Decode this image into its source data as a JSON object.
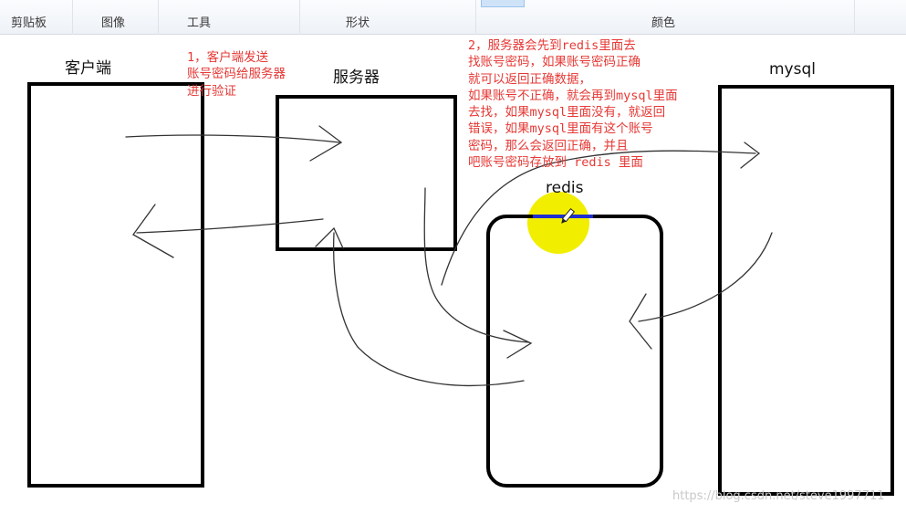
{
  "ribbon": {
    "groups": [
      {
        "label": "剪贴板"
      },
      {
        "label": "图像"
      },
      {
        "label": "工具"
      },
      {
        "label": "形状"
      },
      {
        "label": "颜色"
      }
    ]
  },
  "diagram": {
    "nodes": {
      "client": "客户端",
      "server": "服务器",
      "redis": "redis",
      "mysql": "mysql"
    },
    "notes": {
      "step1": [
        "1，客户端发送",
        "账号密码给服务器",
        "进行验证"
      ],
      "step2": [
        "2，服务器会先到redis里面去",
        "找账号密码，如果账号密码正确",
        "就可以返回正确数据，",
        "如果账号不正确，就会再到mysql里面",
        "去找，如果mysql里面没有，就返回",
        "错误，如果mysql里面有这个账号",
        "密码，那么会返回正确，并且",
        "吧账号密码存放到 redis 里面"
      ]
    },
    "colors": {
      "note_text": "#e53935",
      "outline": "#000000",
      "arrow": "#333333",
      "highlight": "#f2ee00",
      "accent_line": "#1f2fd0"
    }
  },
  "watermark": "https://blog.csdn.net/steve1997711"
}
